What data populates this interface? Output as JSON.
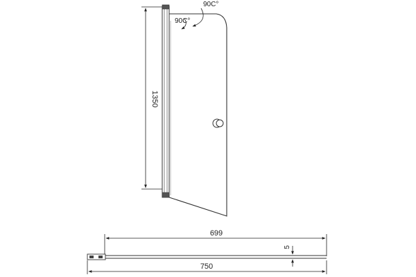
{
  "diagram": {
    "labels": {
      "height": "1350",
      "inner_width": "699",
      "total_width": "750",
      "thickness": "5",
      "rotation_outer": "90C°",
      "rotation_inner": "90C°"
    },
    "colors": {
      "line": "#222222",
      "frame": "#333333",
      "background": "#ffffff"
    }
  }
}
